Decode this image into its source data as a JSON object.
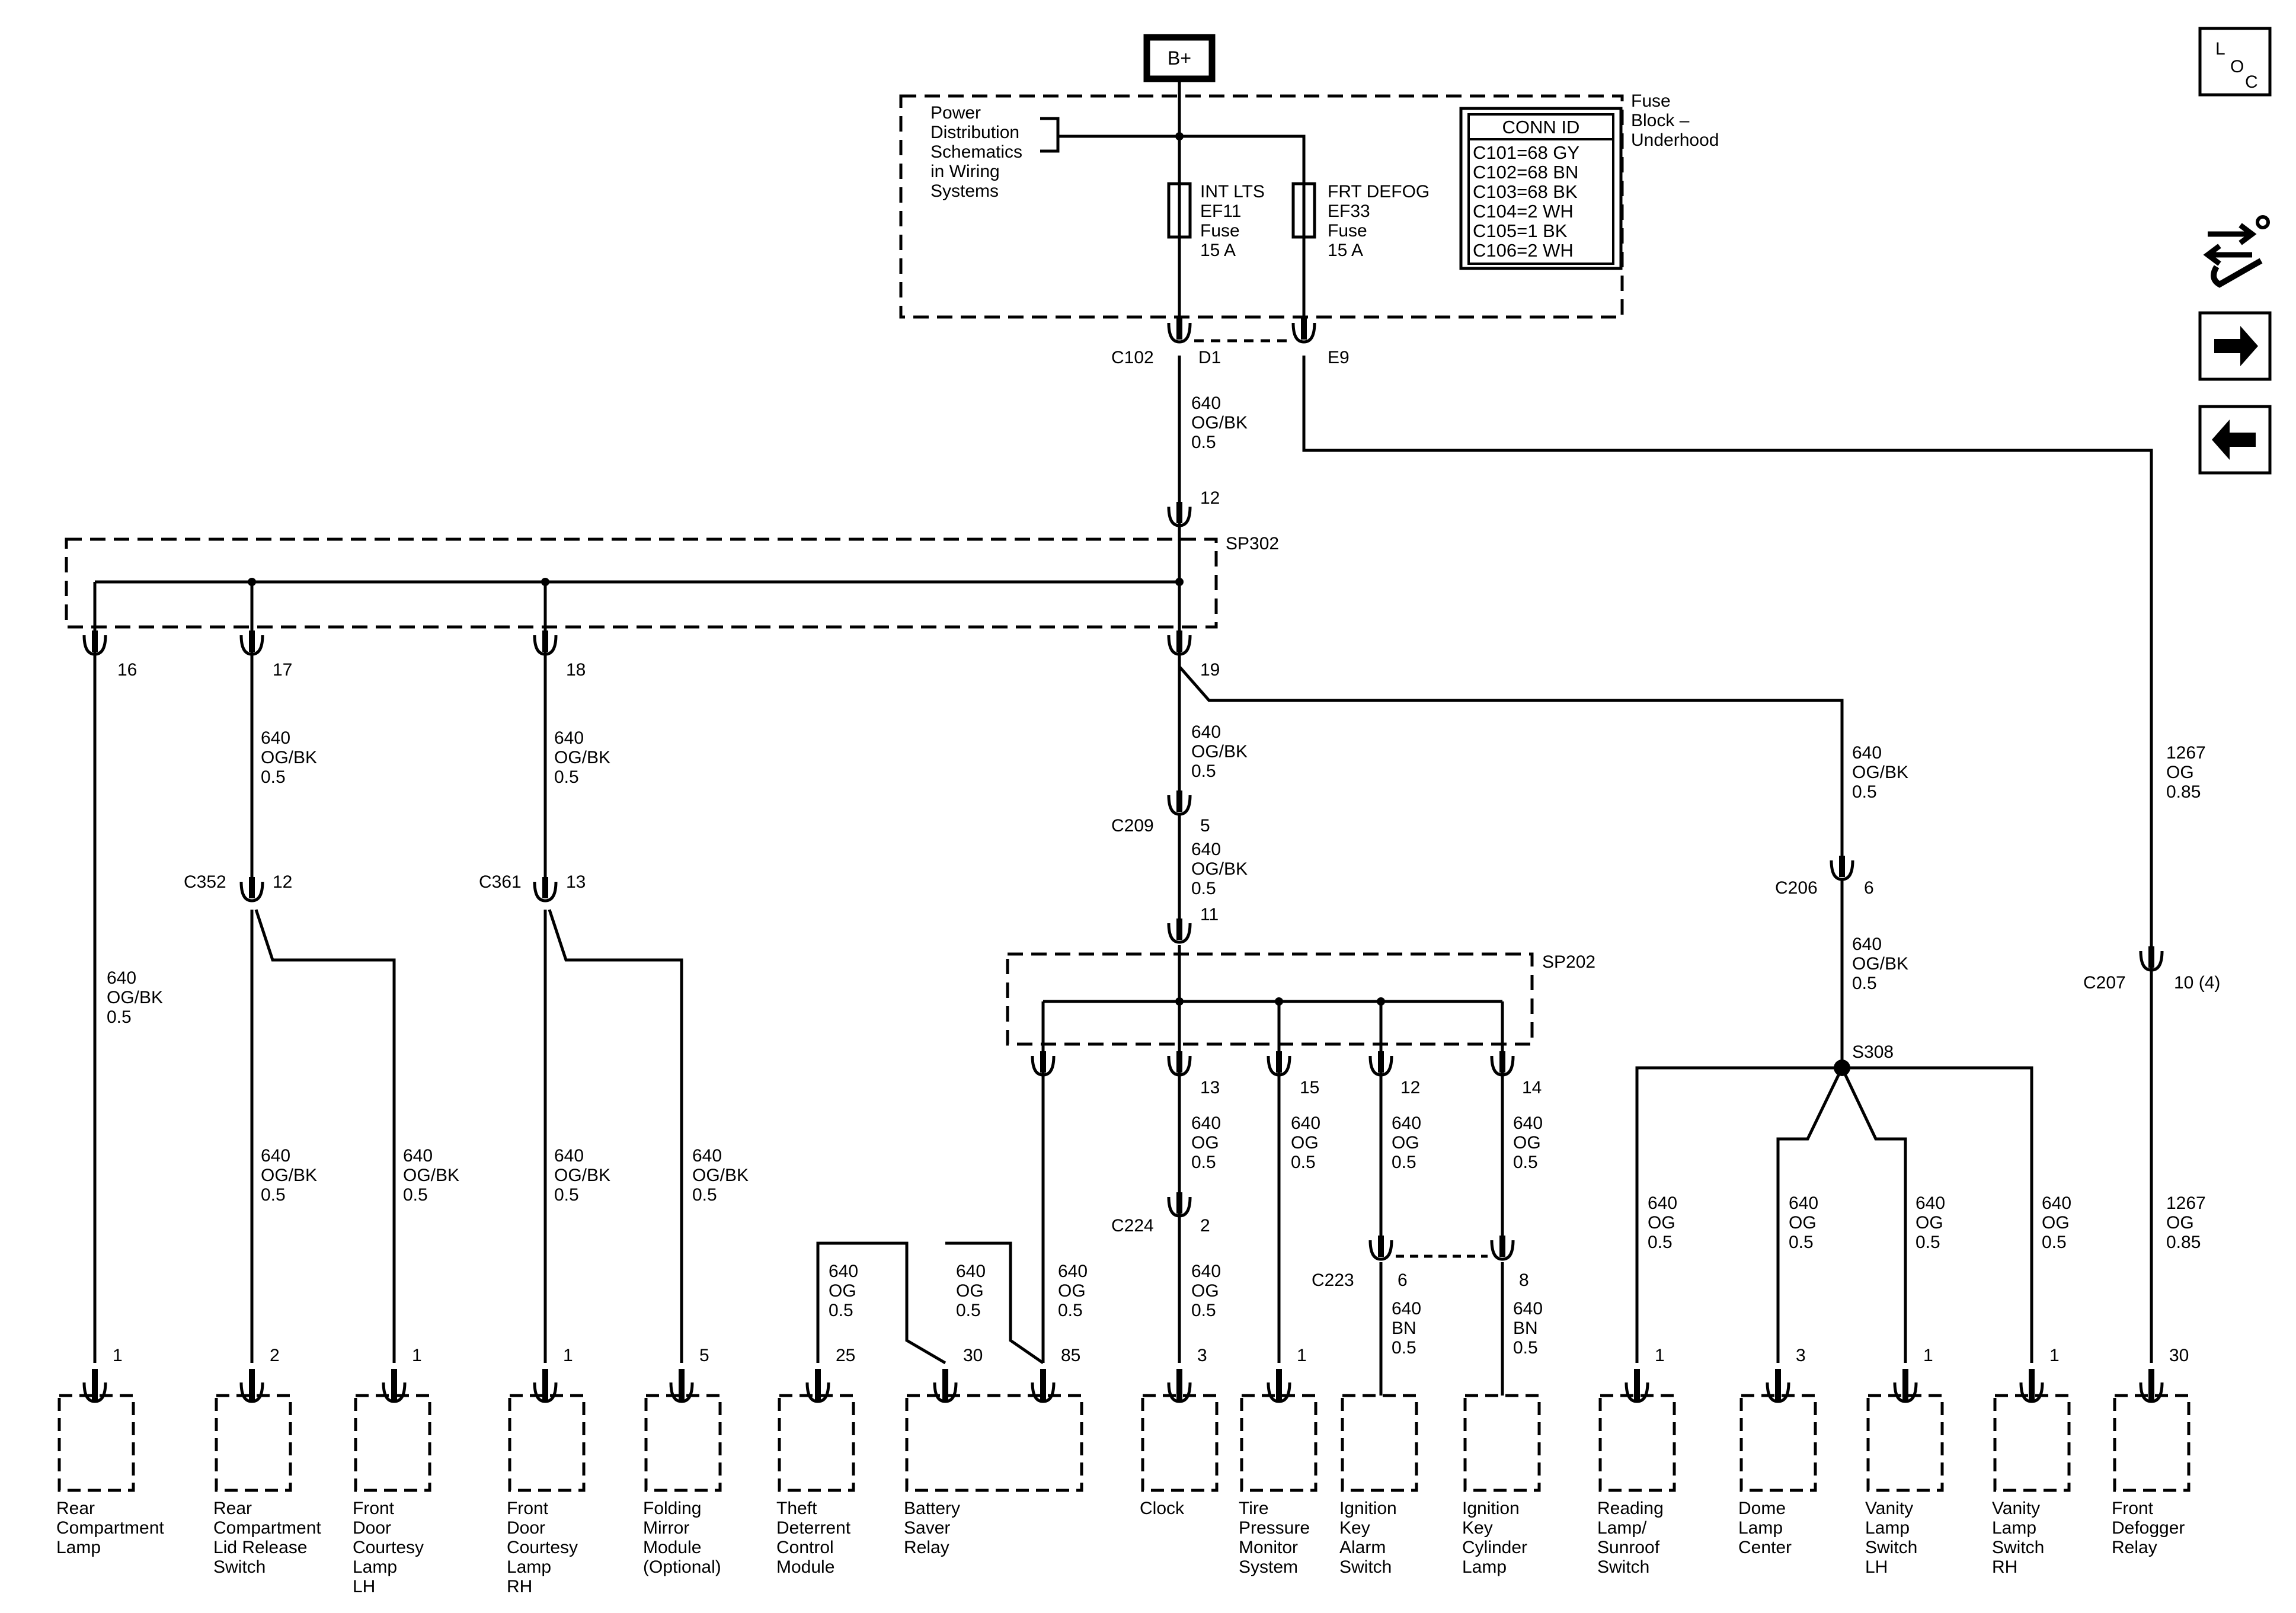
{
  "battery": "B+",
  "fuse_block": {
    "label": [
      "Fuse",
      "Block –",
      "Underhood"
    ],
    "ref_note": [
      "Power",
      "Distribution",
      "Schematics",
      "in Wiring",
      "Systems"
    ],
    "fuses": [
      {
        "lines": [
          "INT LTS",
          "EF11",
          "Fuse",
          "15 A"
        ]
      },
      {
        "lines": [
          "FRT DEFOG",
          "EF33",
          "Fuse",
          "15 A"
        ]
      }
    ],
    "conn_id": {
      "title": "CONN ID",
      "rows": [
        "C101=68 GY",
        "C102=68 BN",
        "C103=68 BK",
        "C104=2 WH",
        "C105=1 BK",
        "C106=2 WH"
      ]
    }
  },
  "side_icons": [
    {
      "name": "loc-icon",
      "text": [
        "L",
        "O",
        "C"
      ]
    },
    {
      "name": "service-icon"
    },
    {
      "name": "next-arrow-icon"
    },
    {
      "name": "previous-arrow-icon"
    }
  ],
  "connectors": {
    "c102": "C102",
    "d1": "D1",
    "e9": "E9",
    "sp302": "SP302",
    "sp202": "SP202",
    "c209": "C209",
    "c352": "C352",
    "c361": "C361",
    "c224": "C224",
    "c223": "C223",
    "c206": "C206",
    "c207": "C207",
    "s308": "S308"
  },
  "pins": {
    "sp302_in": "12",
    "p16": "16",
    "p17": "17",
    "p18": "18",
    "p19": "19",
    "c209": "5",
    "c352": "12",
    "c361": "13",
    "sp202_in": "11",
    "sp202_13": "13",
    "sp202_15": "15",
    "sp202_12": "12",
    "sp202_14": "14",
    "c224": "2",
    "c223_a": "6",
    "c223_b": "8",
    "c206": "6",
    "c207": "10 (4)"
  },
  "wires": {
    "w_c102": [
      "640",
      "OG/BK",
      "0.5"
    ],
    "w_17": [
      "640",
      "OG/BK",
      "0.5"
    ],
    "w_18": [
      "640",
      "OG/BK",
      "0.5"
    ],
    "w_19": [
      "640",
      "OG/BK",
      "0.5"
    ],
    "w_c209": [
      "640",
      "OG/BK",
      "0.5"
    ],
    "w_16": [
      "640",
      "OG/BK",
      "0.5"
    ],
    "w_c206_a": [
      "640",
      "OG/BK",
      "0.5"
    ],
    "w_c206_b": [
      "640",
      "OG/BK",
      "0.5"
    ],
    "w_defog_a": [
      "1267",
      "OG",
      "0.85"
    ],
    "w_defog_b": [
      "1267",
      "OG",
      "0.85"
    ],
    "w_c352_a": [
      "640",
      "OG/BK",
      "0.5"
    ],
    "w_c352_b": [
      "640",
      "OG/BK",
      "0.5"
    ],
    "w_c361_a": [
      "640",
      "OG/BK",
      "0.5"
    ],
    "w_c361_b": [
      "640",
      "OG/BK",
      "0.5"
    ],
    "w_clock_a": [
      "640",
      "OG",
      "0.5"
    ],
    "w_clock_b": [
      "640",
      "OG",
      "0.5"
    ],
    "w_tire": [
      "640",
      "OG",
      "0.5"
    ],
    "w_ig_a": [
      "640",
      "OG",
      "0.5"
    ],
    "w_ig_b": [
      "640",
      "OG",
      "0.5"
    ],
    "w_bn_a": [
      "640",
      "BN",
      "0.5"
    ],
    "w_bn_b": [
      "640",
      "BN",
      "0.5"
    ],
    "w_theft": [
      "640",
      "OG",
      "0.5"
    ],
    "w_bsr30": [
      "640",
      "OG",
      "0.5"
    ],
    "w_bsr85": [
      "640",
      "OG",
      "0.5"
    ],
    "w_read": [
      "640",
      "OG",
      "0.5"
    ],
    "w_dome": [
      "640",
      "OG",
      "0.5"
    ],
    "w_vanlh": [
      "640",
      "OG",
      "0.5"
    ],
    "w_vanrh": [
      "640",
      "OG",
      "0.5"
    ]
  },
  "components": [
    {
      "pin": "1",
      "lines": [
        "Rear",
        "Compartment",
        "Lamp"
      ]
    },
    {
      "pin": "2",
      "lines": [
        "Rear",
        "Compartment",
        "Lid Release",
        "Switch"
      ]
    },
    {
      "pin": "1",
      "lines": [
        "Front",
        "Door",
        "Courtesy",
        "Lamp",
        "LH"
      ]
    },
    {
      "pin": "1",
      "lines": [
        "Front",
        "Door",
        "Courtesy",
        "Lamp",
        "RH"
      ]
    },
    {
      "pin": "5",
      "lines": [
        "Folding",
        "Mirror",
        "Module",
        "(Optional)"
      ]
    },
    {
      "pin": "25",
      "lines": [
        "Theft",
        "Deterrent",
        "Control",
        "Module"
      ]
    },
    {
      "pin": "30",
      "pin2": "85",
      "lines": [
        "Battery",
        "Saver",
        "Relay"
      ]
    },
    {
      "pin": "3",
      "lines": [
        "Clock"
      ]
    },
    {
      "pin": "1",
      "lines": [
        "Tire",
        "Pressure",
        "Monitor",
        "System"
      ]
    },
    {
      "lines": [
        "Ignition",
        "Key",
        "Alarm",
        "Switch"
      ]
    },
    {
      "lines": [
        "Ignition",
        "Key",
        "Cylinder",
        "Lamp"
      ]
    },
    {
      "pin": "1",
      "lines": [
        "Reading",
        "Lamp/",
        "Sunroof",
        "Switch"
      ]
    },
    {
      "pin": "3",
      "lines": [
        "Dome",
        "Lamp",
        "Center"
      ]
    },
    {
      "pin": "1",
      "lines": [
        "Vanity",
        "Lamp",
        "Switch",
        "LH"
      ]
    },
    {
      "pin": "1",
      "lines": [
        "Vanity",
        "Lamp",
        "Switch",
        "RH"
      ]
    },
    {
      "pin": "30",
      "lines": [
        "Front",
        "Defogger",
        "Relay"
      ]
    }
  ]
}
